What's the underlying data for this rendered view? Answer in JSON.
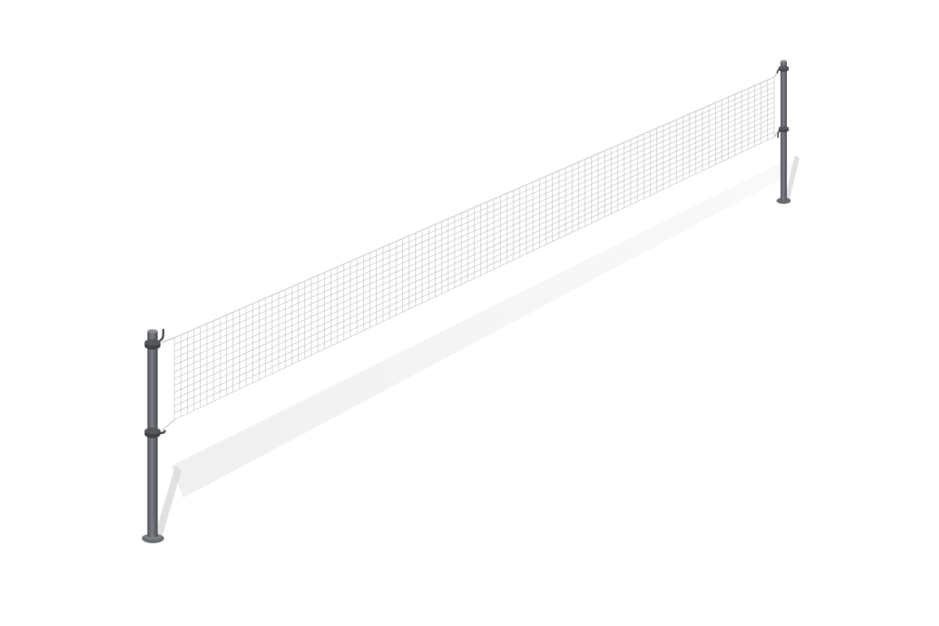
{
  "scene": {
    "subject": "volleyball-net-with-posts",
    "colors": {
      "background": "#ffffff",
      "post": "#5f6165",
      "post_highlight": "#8a8d92",
      "post_dark": "#404246",
      "net": "#b8b8b8",
      "net_band": "#d6d6d6",
      "shadow": "#eeeeee"
    },
    "net": {
      "columns": 92,
      "rows": 12
    }
  }
}
